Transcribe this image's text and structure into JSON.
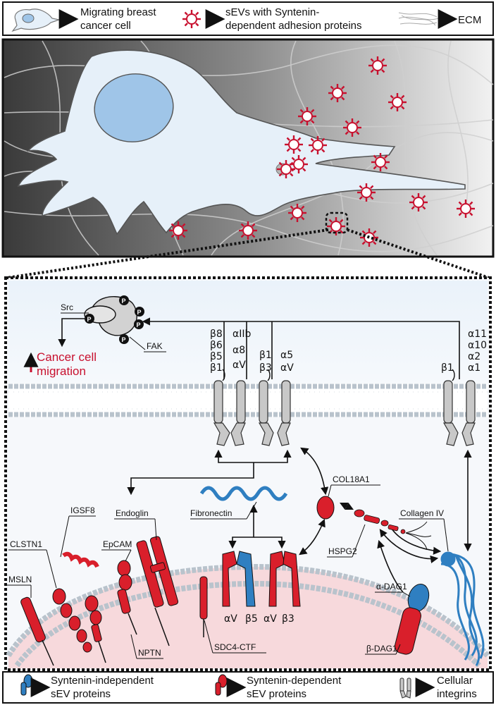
{
  "legend_top": {
    "cell_label_line1": "Migrating breast",
    "cell_label_line2": "cancer cell",
    "sev_label_line1": "sEVs with Syntenin-",
    "sev_label_line2": "dependent adhesion proteins",
    "ecm_label": "ECM"
  },
  "signaling": {
    "src": "Src",
    "fak": "FAK",
    "phospho": "P",
    "outcome_line1": "Cancer cell",
    "outcome_line2": "migration"
  },
  "integrins": {
    "group1": [
      "β8",
      "β6",
      "β5",
      "β1"
    ],
    "group2": [
      "αIIb",
      "α8",
      "αV"
    ],
    "group3": [
      "β1",
      "β3"
    ],
    "group4": [
      "α5",
      "αV"
    ],
    "group5_beta": "β1",
    "group5_alpha": [
      "α11",
      "α10",
      "α2",
      "α1"
    ]
  },
  "proteins": {
    "col18a1": "COL18A1",
    "collagen4": "Collagen IV",
    "fibronectin": "Fibronectin",
    "hspg2": "HSPG2",
    "endoglin": "Endoglin",
    "igsf8": "IGSF8",
    "epcam": "EpCAM",
    "clstn1": "CLSTN1",
    "msln": "MSLN",
    "nptn": "NPTN",
    "sdc4": "SDC4-CTF",
    "a_dag1": "α-DAG1",
    "b_dag1": "β-DAG1",
    "av_1": "αV",
    "b5": "β5",
    "av_2": "αV",
    "b3": "β3"
  },
  "legend_bottom": {
    "indep_line1": "Syntenin-independent",
    "indep_line2": "sEV proteins",
    "dep_line1": "Syntenin-dependent",
    "dep_line2": "sEV proteins",
    "cell_line1": "Cellular",
    "cell_line2": "integrins"
  },
  "colors": {
    "red": "#d91f2b",
    "blue": "#2f7fc1",
    "grey": "#c8c8c8",
    "cell_fill": "#e6f0f9",
    "nucleus": "#9fc5e8"
  }
}
